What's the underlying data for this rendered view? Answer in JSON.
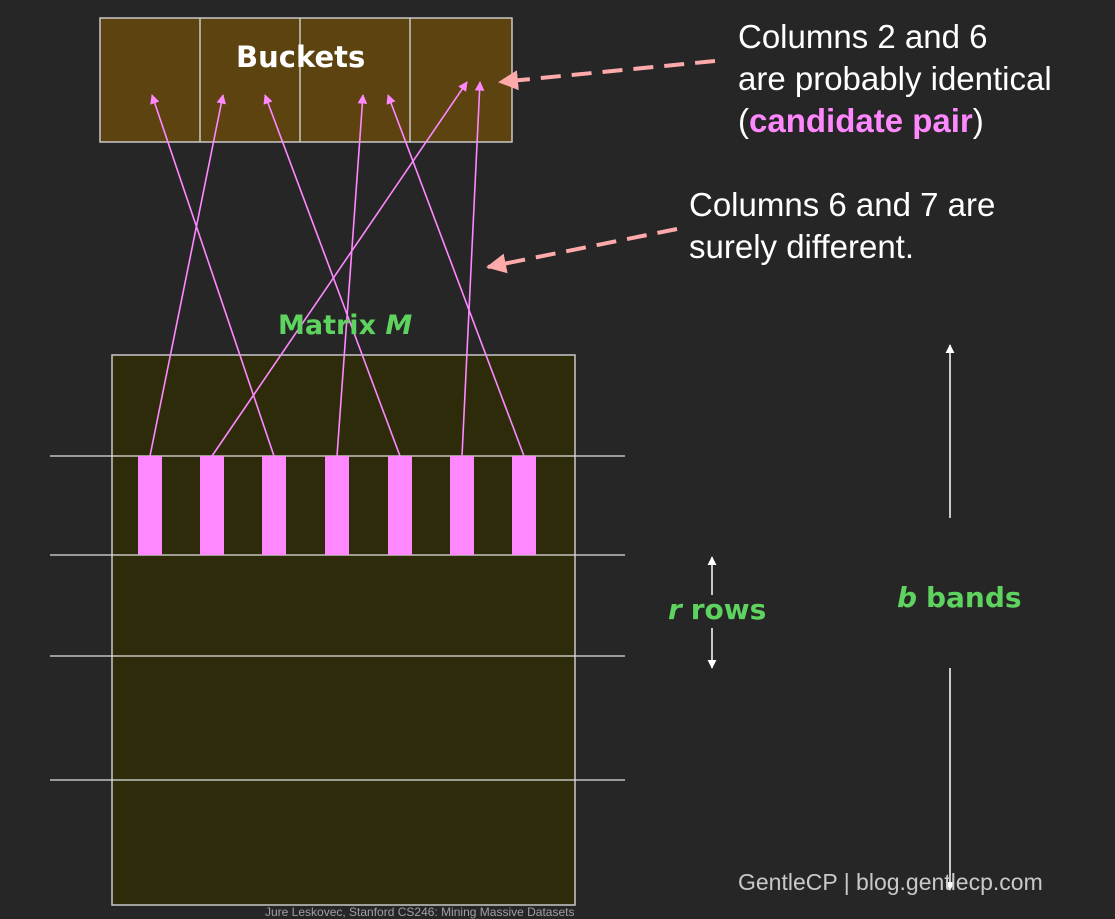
{
  "buckets": {
    "title": "Buckets"
  },
  "matrix": {
    "title_prefix": "Matrix ",
    "title_var": "M"
  },
  "rows_label": {
    "var": "r",
    "text": "rows"
  },
  "bands_label": {
    "var": "b",
    "text": "bands"
  },
  "callout_candidate": {
    "line1": "Columns 2 and 6",
    "line2": "are probably identical",
    "open_paren": "(",
    "emphasis": "candidate pair",
    "close_paren": ")"
  },
  "callout_different": {
    "line1": "Columns 6 and 7 are",
    "line2": "surely different."
  },
  "watermark": "GentleCP | blog.gentlecp.com",
  "footer": "Jure Leskovec, Stanford CS246: Mining Massive Datasets",
  "colors": {
    "background": "#262626",
    "bucket_fill": "#5c4310",
    "matrix_fill": "#2e2b0b",
    "column_segment": "#ff88ff",
    "hash_arrow": "#ff88ff",
    "dashed_arrow": "#ffaaaa",
    "label_green": "#5fd35f",
    "line_white": "#ffffff"
  }
}
